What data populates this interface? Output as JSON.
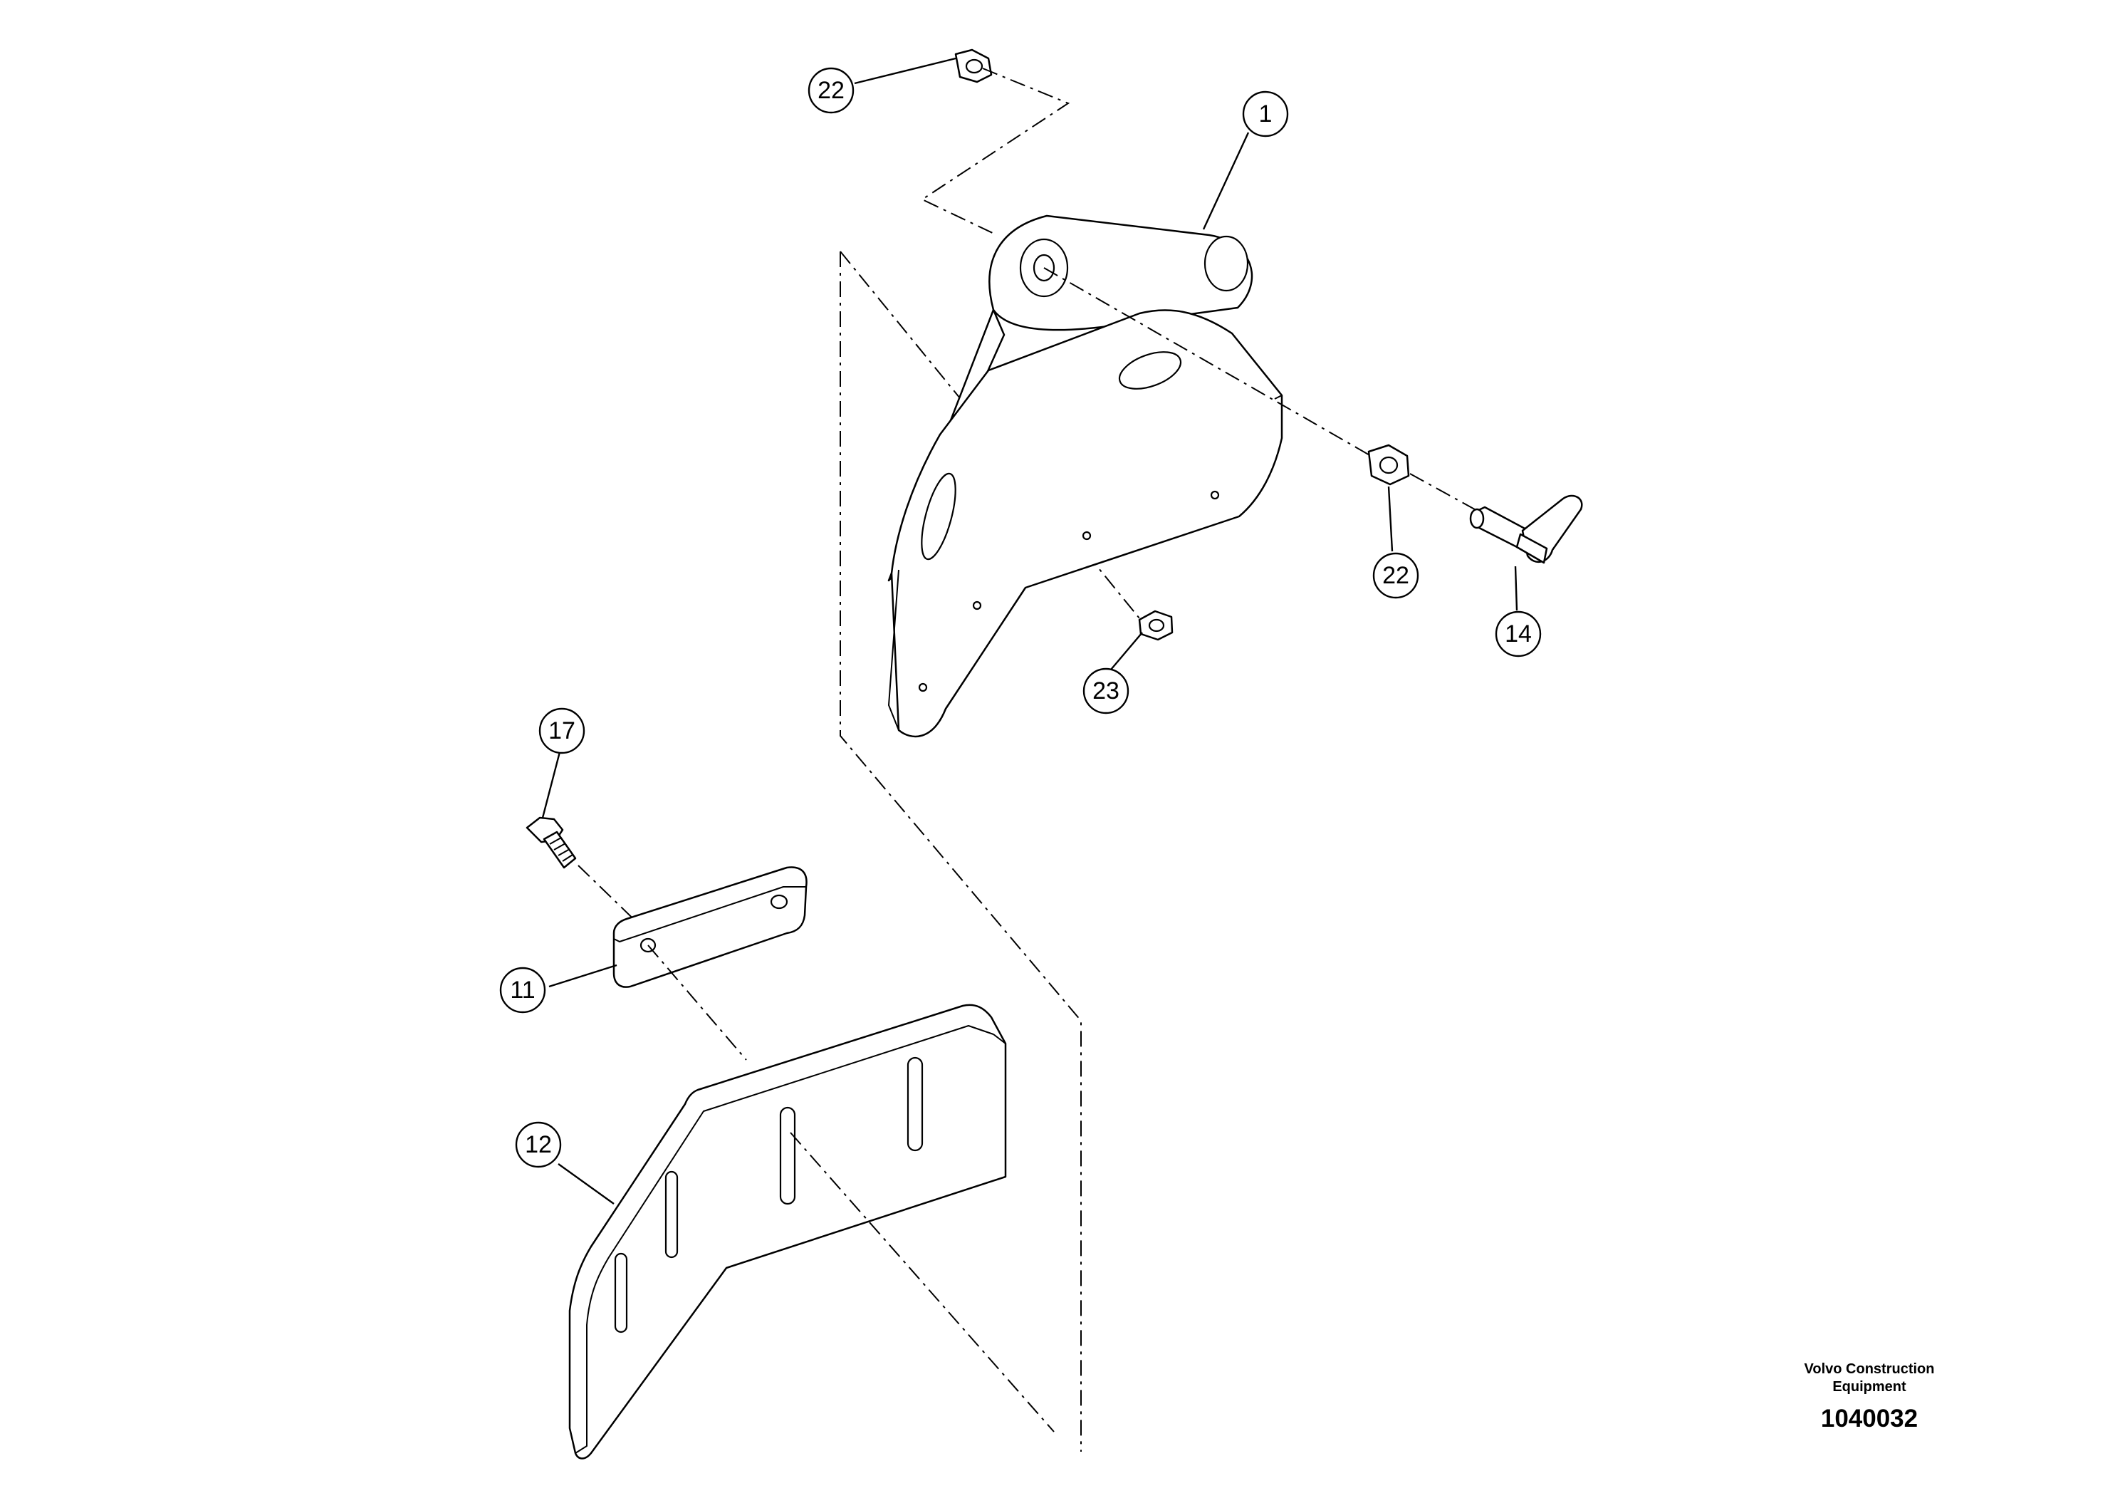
{
  "callouts": {
    "c1": "1",
    "c11": "11",
    "c12": "12",
    "c14": "14",
    "c17": "17",
    "c22_top": "22",
    "c22_right": "22",
    "c23": "23"
  },
  "branding": {
    "company_line1": "Volvo Construction",
    "company_line2": "Equipment",
    "drawing_number": "1040032"
  }
}
